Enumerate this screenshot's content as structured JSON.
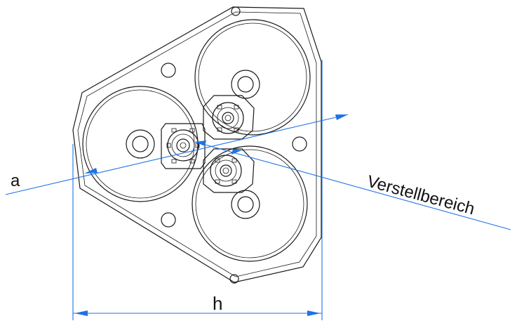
{
  "labels": {
    "adjustment_range": "Verstellbereich",
    "distance_a": "a",
    "width_h": "h"
  },
  "colors": {
    "dimension_line": "#1e73e8",
    "drawing_line": "#1a1a1a"
  }
}
